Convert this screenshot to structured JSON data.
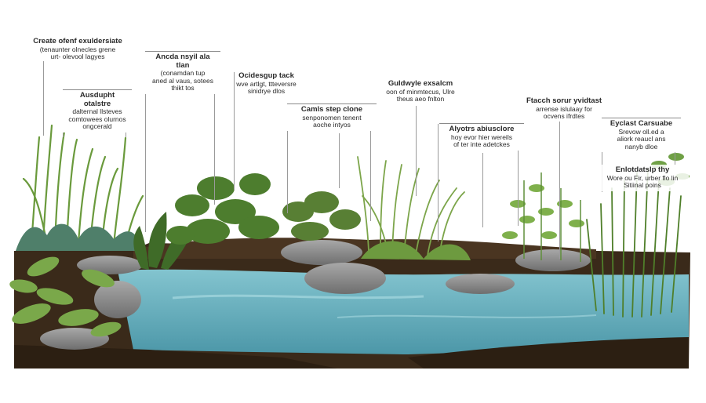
{
  "colors": {
    "background": "#ffffff",
    "water": "#6fb8c6",
    "water_deep": "#4c97a8",
    "soil": "#3a2a1a",
    "rock": "#8c8c8c",
    "grass": "#5f8f3a",
    "leader_line": "#9a9a9a"
  },
  "labels": [
    {
      "title": "Create ofenf exuldersiate",
      "lines": [
        "(tenaunter olnecles grene",
        "urt- olevool lagyes"
      ]
    },
    {
      "title": "Ausdupht otalstre",
      "lines": [
        "dalternal llsteves",
        "comtowees olurnos",
        "ongcerald"
      ]
    },
    {
      "title": "Ancda nsyil ala tlan",
      "lines": [
        "(conamdan tup",
        "aned al vaus, sotees",
        "thikt tos"
      ]
    },
    {
      "title": "Ocidesgup tack",
      "lines": [
        "wve artlgt, ttteversre",
        "sinidrye dlos"
      ]
    },
    {
      "title": "Camls step clone",
      "lines": [
        "senponomen tenent",
        "aoche intyos"
      ]
    },
    {
      "title": "Guldwyle exsalcm",
      "lines": [
        "oon of minmtecus, Ulre",
        "theus aeo fnlton"
      ]
    },
    {
      "title": "Alyotrs abiusclore",
      "lines": [
        "hoy evor hier wereils",
        "of ter inte adetckes"
      ]
    },
    {
      "title": "Ftacch sorur yvidtast",
      "lines": [
        "arrense islulaay for",
        "ocvens ifrdtes"
      ]
    },
    {
      "title": "Eyclast Carsuabe",
      "lines": [
        "Srevow oll.ed a",
        "aliork reaucl ans",
        "nanyb dloe"
      ]
    },
    {
      "title": "Enlotdatslp thy",
      "lines": [
        "Wore ou Fir, urber flo lin",
        "Sitiinal poins"
      ]
    }
  ]
}
